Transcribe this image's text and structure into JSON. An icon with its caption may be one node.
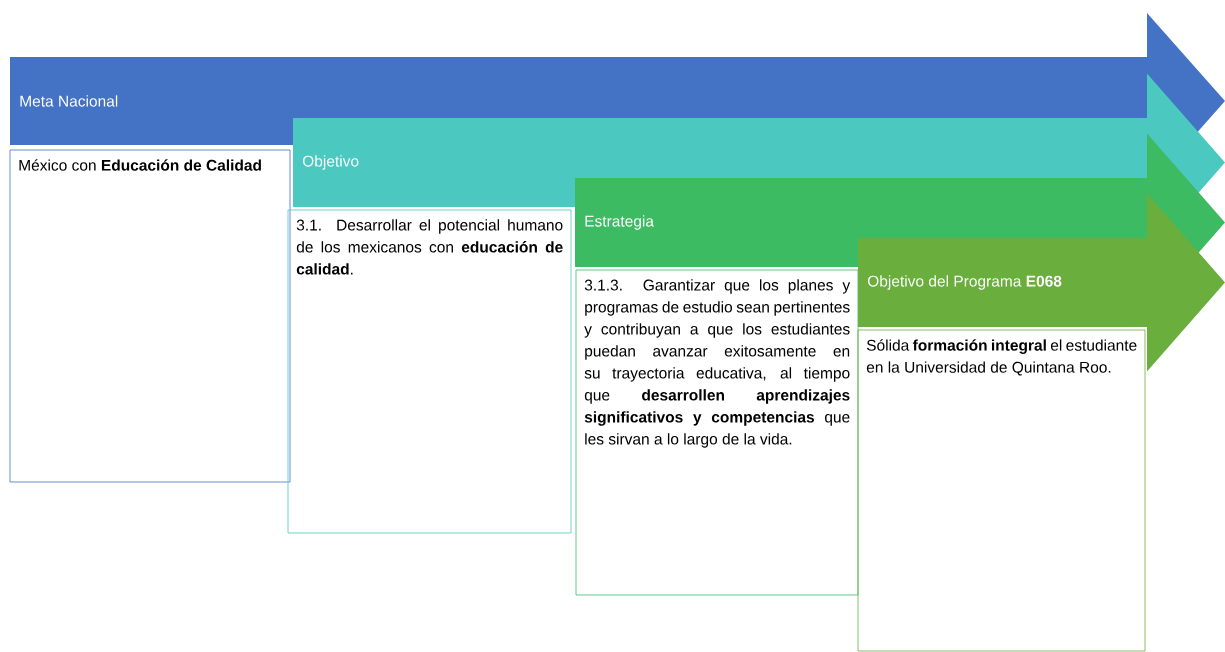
{
  "diagram": {
    "nodes": [
      {
        "text": [
          "Meta Nacional"
        ]
      },
      {
        "text": [
          "México con **Educación de Calidad**"
        ]
      },
      {
        "text": [
          "Objetivo"
        ]
      },
      {
        "text": [
          "3.1. Desarrollar el potencial humano de los mexicanos con **educación de calidad**."
        ]
      },
      {
        "text": [
          "Estrategia"
        ]
      },
      {
        "text": [
          "3.1.3. Garantizar que los planes y programas de estudio sean pertinentes y contribuyan a que los estudiantes puedan avanzar exitosamente en su trayectoria educativa, al tiempo que **desarrollen aprendizajes significativos y competencias** que les sirvan a lo largo de la vida."
        ]
      },
      {
        "text": [
          "Objetivo del Programa **E068**"
        ]
      },
      {
        "text": [
          "Sólida **formación integral** el estudiante en la Universidad de Quintana Roo."
        ]
      }
    ],
    "edges": []
  }
}
